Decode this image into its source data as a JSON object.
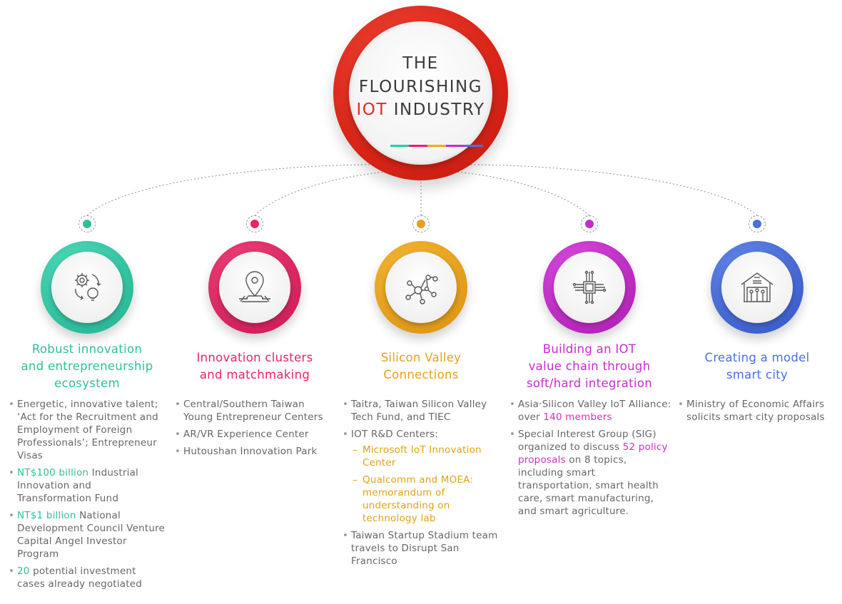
{
  "hub": {
    "line1": "THE",
    "line2": "FLOURISHING",
    "line3_accent": "IOT",
    "line3_rest": " INDUSTRY",
    "bar_colors": [
      "#2fc8a5",
      "#e8236a",
      "#f0aa1c",
      "#c92bd0",
      "#4a6fe0"
    ]
  },
  "columns": [
    {
      "color": "#2fbf9a",
      "icon": "gear-lightbulb-icon",
      "title_lines": [
        "Robust innovation",
        "and entrepreneurship",
        "ecosystem"
      ],
      "bullets": [
        {
          "highlight": "",
          "text": "Energetic, innovative talent; ‘Act for the Recruitment and Employment of Foreign Professionals’; Entrepreneur Visas"
        },
        {
          "highlight": "NT$100 billion",
          "text": " Industrial Innovation and Transformation Fund"
        },
        {
          "highlight": "NT$1 billion",
          "text": " National Development Council Venture Capital Angel Investor Program"
        },
        {
          "highlight": "20",
          "text": " potential investment cases already negotiated"
        }
      ]
    },
    {
      "color": "#e8236a",
      "icon": "location-pin-icon",
      "title_lines": [
        "Innovation clusters",
        "and matchmaking"
      ],
      "bullets": [
        {
          "highlight": "",
          "text": "Central/Southern Taiwan Young Entrepreneur Centers"
        },
        {
          "highlight": "",
          "text": "AR/VR Experience Center"
        },
        {
          "highlight": "",
          "text": "Hutoushan Innovation Park"
        }
      ]
    },
    {
      "color": "#e6a01a",
      "icon": "network-nodes-icon",
      "title_lines": [
        "Silicon Valley",
        "Connections"
      ],
      "bullets": [
        {
          "highlight": "",
          "text": "Taitra, Taiwan Silicon Valley Tech Fund, and TIEC"
        },
        {
          "highlight": "",
          "text": "IOT R&D Centers:",
          "sub": [
            "Microsoft IoT Innovation Center",
            "Qualcomm and MOEA: memorandum of understanding on technology lab"
          ]
        },
        {
          "highlight": "",
          "text": "Taiwan Startup Stadium team travels to Disrupt San Francisco"
        }
      ]
    },
    {
      "color": "#c92bd0",
      "icon": "chip-icon",
      "title_lines": [
        "Building an IOT",
        "value chain through",
        "soft/hard integration"
      ],
      "bullets": [
        {
          "parts": [
            "Asia‧Silicon Valley IoT Alliance: over ",
            "140 members",
            ""
          ]
        },
        {
          "parts": [
            "Special Interest Group (SIG) organized to discuss ",
            "52 policy proposals",
            " on 8 topics, including smart transportation, smart health care, smart manufacturing, and smart agriculture."
          ]
        }
      ]
    },
    {
      "color": "#4a6fe0",
      "icon": "smart-house-icon",
      "title_lines": [
        "Creating a model",
        "smart city"
      ],
      "bullets": [
        {
          "highlight": "",
          "text": "Ministry of Economic Affairs solicits smart city proposals"
        }
      ]
    }
  ]
}
